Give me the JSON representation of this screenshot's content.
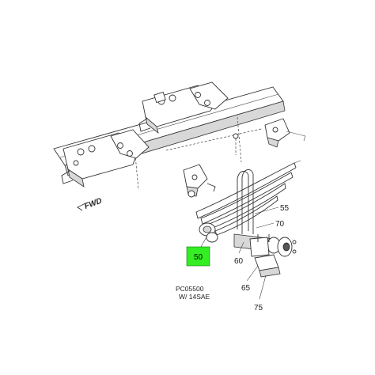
{
  "diagram": {
    "direction_label": "FWD",
    "caption_line1": "PC05500",
    "caption_line2": "W/ 14SAE",
    "callouts": {
      "c50": "50",
      "c55": "55",
      "c60": "60",
      "c65": "65",
      "c70": "70",
      "c75": "75"
    },
    "highlight_color": "#33ee22"
  }
}
